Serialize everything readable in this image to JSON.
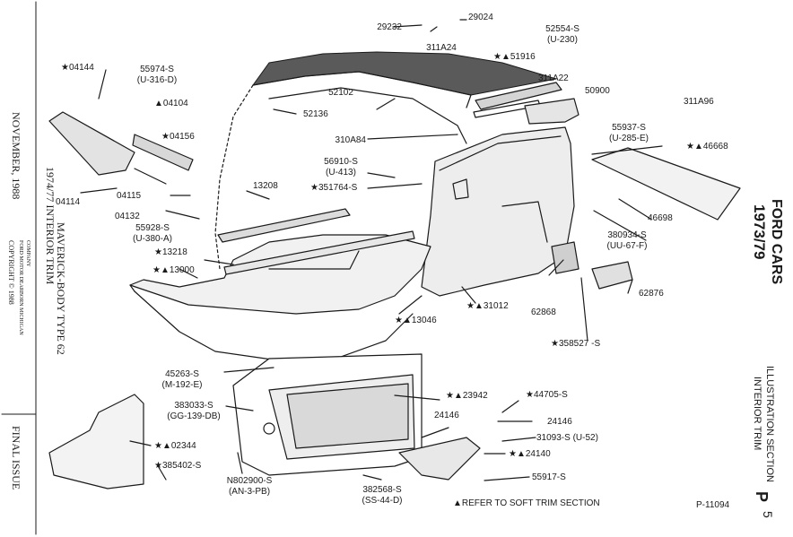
{
  "sidebar": {
    "date": "NOVEMBER, 1988",
    "copyright": "COPYRIGHT © 1988",
    "company": "FORD MOTOR   DEARBORN MICHIGAN",
    "company2": "COMPANY",
    "title_line1": "1974/77   INTERIOR TRIM",
    "title_line2": "MAVERICK-BODY TYPE 62",
    "final": "FINAL ISSUE"
  },
  "right_margin": {
    "cars": "1973/79",
    "cars2": "FORD CARS",
    "section1": "INTERIOR TRIM",
    "section2": "ILLUSTRATION SECTION",
    "page_letter": "P",
    "page_num": "5"
  },
  "footer": {
    "note": "▲REFER TO SOFT TRIM SECTION",
    "plate": "P-11094"
  },
  "callouts": {
    "p29232": "29232",
    "p29024": "29024",
    "p52554": "52554-S",
    "p52554b": "(U-230)",
    "p311A24": "311A24",
    "p51916": "★▲51916",
    "p04144": "★04144",
    "p55974": "55974-S",
    "p55974b": "(U-316-D)",
    "p52102": "52102",
    "p311A22": "311A22",
    "p50900": "50900",
    "p311A96": "311A96",
    "p04104": "▲04104",
    "p52136": "52136",
    "p04156": "★04156",
    "p55937": "55937-S",
    "p55937b": "(U-285-E)",
    "p310A84": "310A84",
    "p46668": "★▲46668",
    "p56910": "56910-S",
    "p56910b": "(U-413)",
    "p13208": "13208",
    "p351764": "★351764-S",
    "p04114": "04114",
    "p04115": "04115",
    "p04132": "04132",
    "p46698": "46698",
    "p55928": "55928-S",
    "p55928b": "(U-380-A)",
    "p380934": "380934-S",
    "p380934b": "(UU-67-F)",
    "p13218": "★13218",
    "p13000": "★▲13000",
    "p62876": "62876",
    "p31012": "★▲31012",
    "p62868": "62868",
    "p13046": "★▲13046",
    "p358527": "★358527 -S",
    "p45263": "45263-S",
    "p45263b": "(M-192-E)",
    "p23942": "★▲23942",
    "p44705": "★44705-S",
    "p383033": "383033-S",
    "p383033b": "(GG-139-DB)",
    "p24146a": "24146",
    "p24146b": "24146",
    "p31093": "31093-S (U-52)",
    "p02344": "★▲02344",
    "p24140": "★▲24140",
    "p385402": "★385402-S",
    "pN802900": "N802900-S",
    "pN802900b": "(AN-3-PB)",
    "p55917": "55917-S",
    "p382568": "382568-S",
    "p382568b": "(SS-44-D)"
  }
}
